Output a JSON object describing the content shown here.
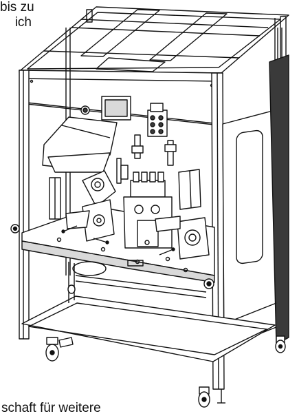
{
  "text": {
    "top_fragment_line1": "bis zu",
    "top_fragment_line2": "ich",
    "bottom_fragment": "schaft für weitere"
  },
  "colors": {
    "line": "#111111",
    "fill": "#ffffff",
    "shade": "#d9d9d9",
    "dark": "#3a3a3a"
  }
}
